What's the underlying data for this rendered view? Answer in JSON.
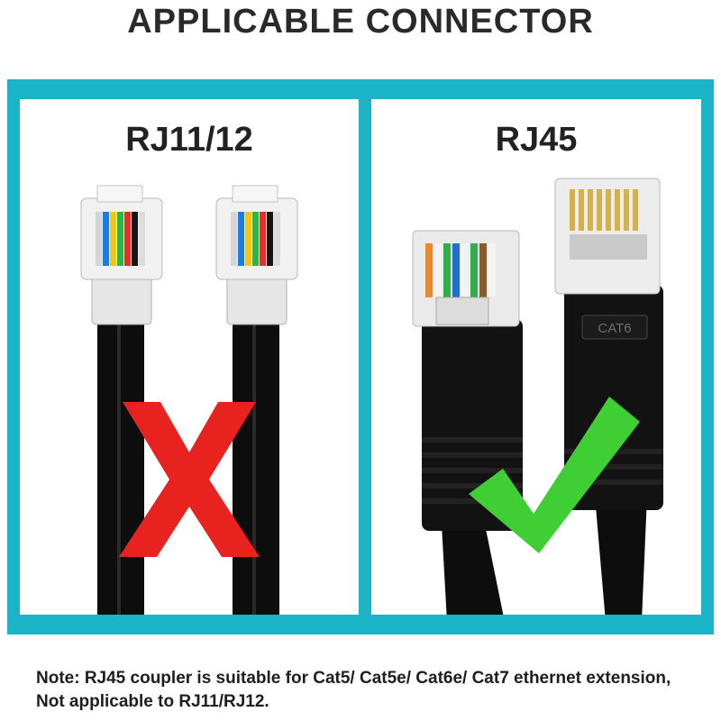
{
  "header": {
    "title": "APPLICABLE CONNECTOR"
  },
  "panels": {
    "left": {
      "title": "RJ11/12",
      "status_icon": "red-x-icon"
    },
    "right": {
      "title": "RJ45",
      "cable_label": "CAT6",
      "status_icon": "green-check-icon"
    }
  },
  "note": {
    "text": "Note: RJ45 coupler is suitable for Cat5/ Cat5e/ Cat6e/ Cat7 ethernet extension, Not applicable to RJ11/RJ12."
  },
  "colors": {
    "frame": "#1bb3c6",
    "cross": "#e8231f",
    "check": "#3fcf35"
  }
}
